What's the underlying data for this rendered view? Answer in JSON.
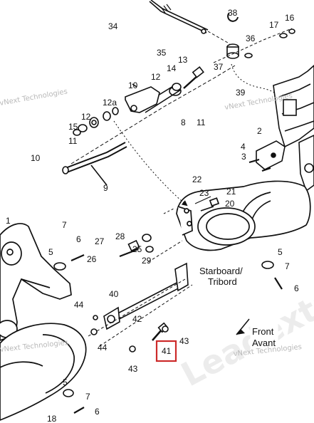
{
  "diagram": {
    "watermark_text": "vNext Technologies",
    "watermark_big": "Leadextreme",
    "front_label_1": "Front",
    "front_label_2": "Avant",
    "side_label_1": "Starboard/",
    "side_label_2": "Tribord",
    "highlighted_part": "41",
    "highlight_color": "#cc2a2a",
    "callouts": [
      {
        "id": "c38",
        "text": "38"
      },
      {
        "id": "c16",
        "text": "16"
      },
      {
        "id": "c34",
        "text": "34"
      },
      {
        "id": "c17",
        "text": "17"
      },
      {
        "id": "c36",
        "text": "36"
      },
      {
        "id": "c35",
        "text": "35"
      },
      {
        "id": "c13",
        "text": "13"
      },
      {
        "id": "c14",
        "text": "14"
      },
      {
        "id": "c37",
        "text": "37"
      },
      {
        "id": "c12a",
        "text": "12"
      },
      {
        "id": "c10a",
        "text": "10"
      },
      {
        "id": "c39",
        "text": "39"
      },
      {
        "id": "c12b",
        "text": "12a"
      },
      {
        "id": "c12c",
        "text": "12"
      },
      {
        "id": "c15",
        "text": "15"
      },
      {
        "id": "c8",
        "text": "8"
      },
      {
        "id": "c11a",
        "text": "11"
      },
      {
        "id": "c2",
        "text": "2"
      },
      {
        "id": "c10b",
        "text": "10"
      },
      {
        "id": "c11b",
        "text": "11"
      },
      {
        "id": "c4",
        "text": "4"
      },
      {
        "id": "c3",
        "text": "3"
      },
      {
        "id": "c9",
        "text": "9"
      },
      {
        "id": "c22",
        "text": "22"
      },
      {
        "id": "c23",
        "text": "23"
      },
      {
        "id": "c21",
        "text": "21"
      },
      {
        "id": "c20",
        "text": "20"
      },
      {
        "id": "c1",
        "text": "1"
      },
      {
        "id": "c6a",
        "text": "6"
      },
      {
        "id": "c5a",
        "text": "5"
      },
      {
        "id": "c7a",
        "text": "7"
      },
      {
        "id": "c27",
        "text": "27"
      },
      {
        "id": "c28",
        "text": "28"
      },
      {
        "id": "c25",
        "text": "25"
      },
      {
        "id": "c26",
        "text": "26"
      },
      {
        "id": "c29",
        "text": "29"
      },
      {
        "id": "c5b",
        "text": "5"
      },
      {
        "id": "c7b",
        "text": "7"
      },
      {
        "id": "c6b",
        "text": "6"
      },
      {
        "id": "c40",
        "text": "40"
      },
      {
        "id": "c44a",
        "text": "44"
      },
      {
        "id": "c42",
        "text": "42"
      },
      {
        "id": "c44b",
        "text": "44"
      },
      {
        "id": "c43a",
        "text": "43"
      },
      {
        "id": "c41",
        "text": "41"
      },
      {
        "id": "c43b",
        "text": "43"
      },
      {
        "id": "c5c",
        "text": "5"
      },
      {
        "id": "c7c",
        "text": "7"
      },
      {
        "id": "c6c",
        "text": "6"
      },
      {
        "id": "c18",
        "text": "18"
      }
    ]
  }
}
